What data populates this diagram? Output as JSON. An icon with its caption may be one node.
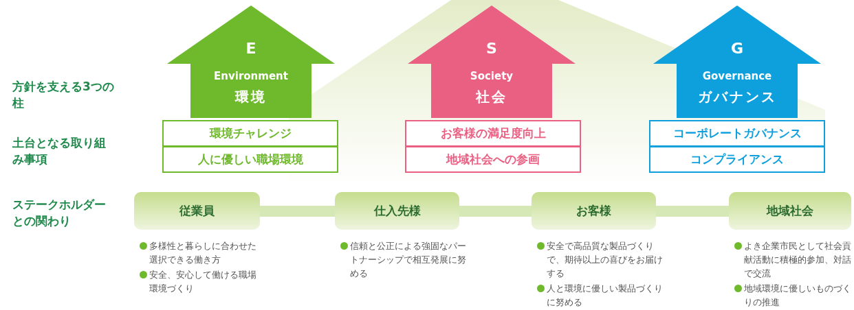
{
  "diagram": {
    "nodes": [
      {
        "text": [
          "E",
          "Environment",
          "環境"
        ]
      },
      {
        "text": [
          "環境チャレンジ"
        ]
      },
      {
        "text": [
          "人に優しい職場環境"
        ]
      },
      {
        "text": [
          "S",
          "Society",
          "社会"
        ]
      },
      {
        "text": [
          "お客様の満足度向上"
        ]
      },
      {
        "text": [
          "地域社会への参画"
        ]
      },
      {
        "text": [
          "G",
          "Governance",
          "ガバナンス"
        ]
      },
      {
        "text": [
          "コーポレートガバナンス"
        ]
      },
      {
        "text": [
          "コンプライアンス"
        ]
      },
      {
        "text": [
          "従業員"
        ],
        "beside": [
          "多様性と暮らしに合わせた選択できる働き方",
          "安全、安心して働ける職場環境づくり"
        ]
      },
      {
        "text": [
          "仕入先様"
        ],
        "beside": [
          "信頼と公正による強固なパートナーシップで相互発展に努める"
        ]
      },
      {
        "text": [
          "お客様"
        ],
        "beside": [
          "安全で高品質な製品づくりで、期待以上の喜びをお届けする",
          "人と環境に優しい製品づくりに努める"
        ]
      },
      {
        "text": [
          "地域社会"
        ],
        "beside": [
          "よき企業市民として社会貢献活動に積極的参加、対話で交流",
          "地域環境に優しいものづくりの推進"
        ]
      }
    ],
    "edges": [
      {
        "from": 9,
        "to": 10,
        "arrow": "none"
      },
      {
        "from": 10,
        "to": 11,
        "arrow": "none"
      },
      {
        "from": 11,
        "to": 12,
        "arrow": "none"
      }
    ],
    "labels": [
      "方針を支える3つの柱",
      "土台となる取り組み事項",
      "ステークホルダーとの関わり"
    ]
  }
}
